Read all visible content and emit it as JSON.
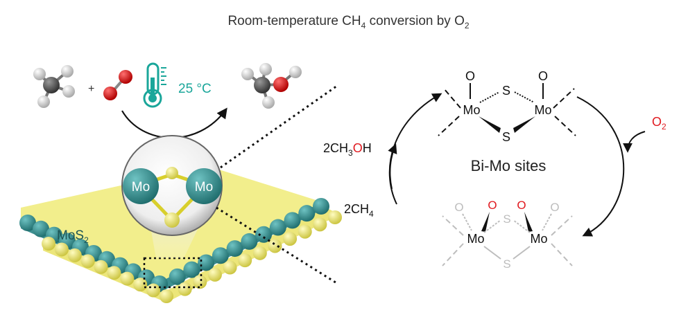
{
  "title": {
    "prefix": "Room-temperature CH",
    "sub1": "4",
    "middle": " conversion by O",
    "sub2": "2"
  },
  "reaction": {
    "plus": "+",
    "temperature": "25 °C"
  },
  "inset": {
    "mo_left": "Mo",
    "mo_right": "Mo"
  },
  "surface": {
    "label_main": "MoS",
    "label_sub": "2"
  },
  "cycle": {
    "center_label": "Bi-Mo sites",
    "o2_main": "O",
    "o2_sub": "2",
    "ch3oh_a": "2CH",
    "ch3oh_sub": "3",
    "ch3oh_o": "O",
    "ch3oh_h": "H",
    "ch4_main": "2CH",
    "ch4_sub": "4",
    "top_mo_left": "Mo",
    "top_mo_right": "Mo",
    "top_s_upper": "S",
    "top_s_lower": "S",
    "top_o_left": "O",
    "top_o_right": "O",
    "bot_mo_left": "Mo",
    "bot_mo_right": "Mo",
    "bot_s_upper": "S",
    "bot_s_lower": "S",
    "bot_o_left_grey": "O",
    "bot_o_left_red": "O",
    "bot_o_right_red": "O",
    "bot_o_right_grey": "O"
  },
  "colors": {
    "mo": "#2e8b8b",
    "s": "#f0e94a",
    "oxygen": "#e0191f",
    "thermo": "#1aa69a",
    "grey": "#bdbdbd"
  }
}
